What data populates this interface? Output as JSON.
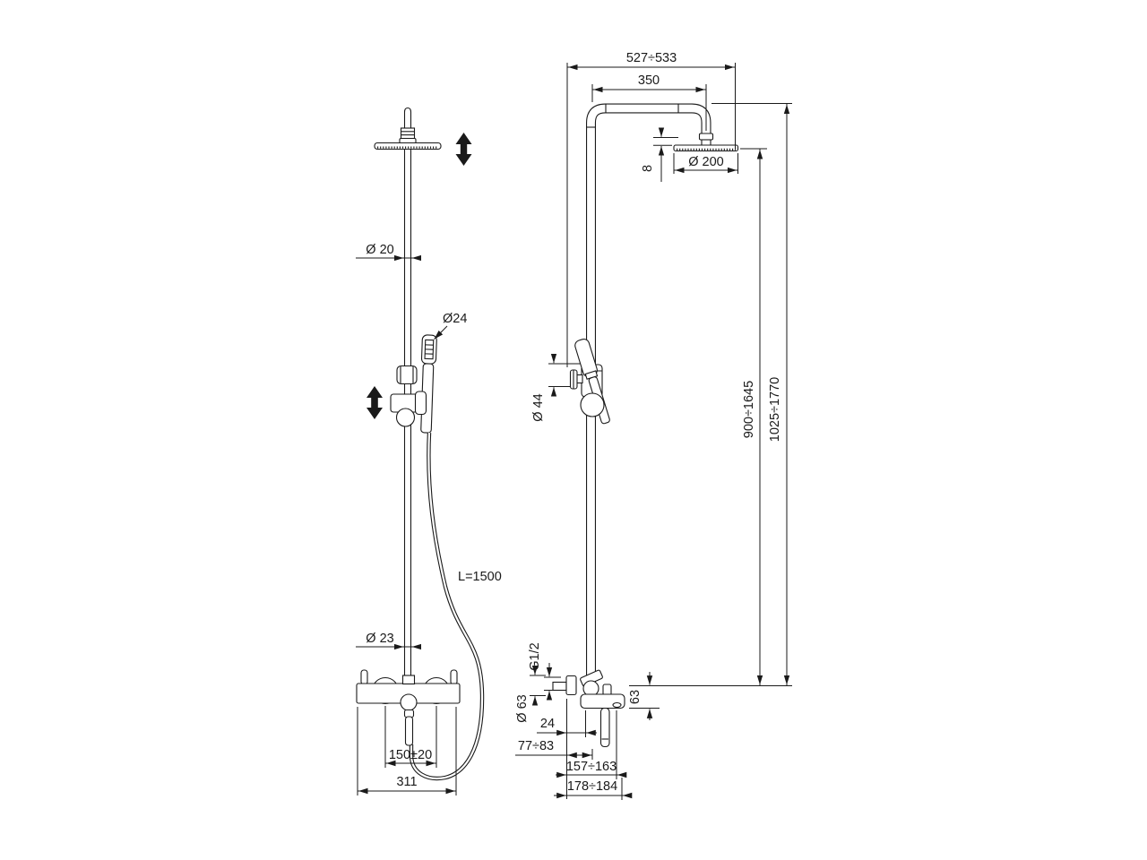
{
  "colors": {
    "ink": "#1a1a1a",
    "background": "#ffffff"
  },
  "dimensions": {
    "front": {
      "riser_diameter": "Ø 20",
      "handshower_diameter": "Ø24",
      "hose_length": "L=1500",
      "lower_riser_diameter": "Ø 23",
      "inlet_spacing": "150±20",
      "body_width": "311"
    },
    "side": {
      "overall_reach": "527÷533",
      "arm_projection": "350",
      "head_diameter": "Ø 200",
      "head_thickness": "8",
      "holder_diameter": "Ø 44",
      "height_to_head": "900÷1645",
      "overall_height": "1025÷1770",
      "inlet_thread": "G1/2",
      "escutcheon_diameter": "Ø 63",
      "wall_to_riser": "24",
      "wall_clearance": "77÷83",
      "depth_to_outlet": "157÷163",
      "overall_depth": "178÷184",
      "outlet_drop": "63"
    }
  }
}
